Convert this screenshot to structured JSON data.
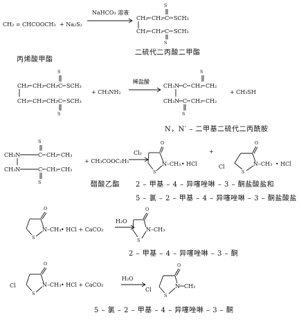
{
  "reactions": [
    {
      "reactant": "CH₂ = CHCOOCH₃",
      "reagent": "+ Na₂S₂",
      "condition": "NaHCO₃ 溶液",
      "reactant_name": "丙烯酸甲酯",
      "product_name": "二硫代二丙酸二甲酯"
    },
    {
      "reagent": "+ CH₃NH₂",
      "condition": "稀盐酸",
      "byproduct": "+ CH₃SH",
      "product_name": "N，N′ – 二甲基二硫代二丙酰胺"
    },
    {
      "reagent": "+ CH₃COOC₂H₅",
      "reagent_name": "醋酸乙酯",
      "condition": "Cl₂",
      "product_name_1": "2 – 甲基 – 4 – 异噻唑啉 – 3 – 酮盐酸盐和",
      "product_name_2": "5 – 氯 – 2 – 甲基 – 4 – 异噻唑啉 – 3 – 酮盐酸盐"
    },
    {
      "reagent": "• HCl + CaCO₃",
      "condition": "H₂O",
      "product_name": "2 – 甲基 – 4 – 异噻唑啉 – 3 – 酮"
    },
    {
      "reagent": "• HCl + CaCO₃",
      "condition": "H₂O",
      "product_name": "5 – 氯 – 2 – 甲基 – 4 – 异噻唑啉 – 3 – 酮"
    }
  ],
  "labels": {
    "S": "S",
    "O": "O",
    "N": "N",
    "Cl": "Cl",
    "CH2": "CH₂",
    "CH3": "CH₃",
    "SCH3": "SCH₃",
    "CH3N": "CH₃N",
    "N_CH3": "N–CH₃",
    "dash_CH3": "–CH₃",
    "HCl": "• HCl",
    "plus": "+"
  }
}
